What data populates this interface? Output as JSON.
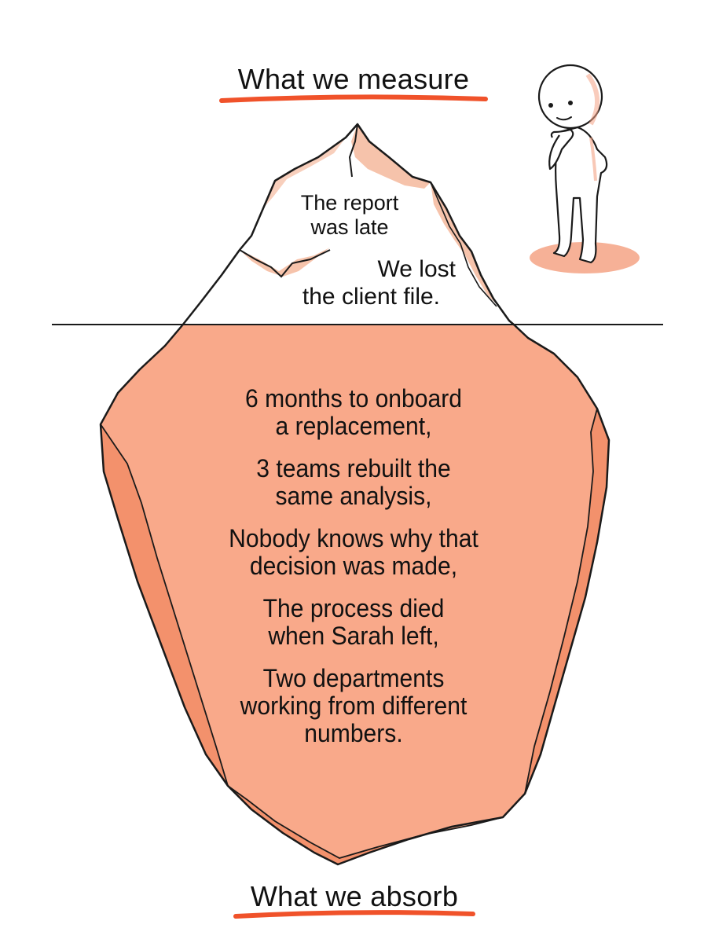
{
  "top_label": "What we measure",
  "bottom_label": "What we absorb",
  "tip": {
    "item_1": "The report\nwas late",
    "item_1_lines": [
      "The report",
      "was late"
    ],
    "item_2_lines": [
      "We lost",
      "the client file."
    ]
  },
  "below": {
    "items": [
      [
        "6 months to onboard",
        "a replacement,"
      ],
      [
        "3 teams rebuilt the",
        "same analysis,"
      ],
      [
        "Nobody knows why that",
        "decision was made,"
      ],
      [
        "The process died",
        "when Sarah left,"
      ],
      [
        "Two departments",
        "working from different",
        "numbers."
      ]
    ]
  },
  "colors": {
    "accent_underline": "#f0522a",
    "iceberg_fill": "#f9a98a",
    "iceberg_shade": "#f08a62",
    "tip_shade": "#f6c3ab",
    "outline": "#1a1a1a",
    "figure_shadow": "#f4a385"
  },
  "illustration": {
    "figure": "thinking-person",
    "waterline": "horizontal-line"
  }
}
